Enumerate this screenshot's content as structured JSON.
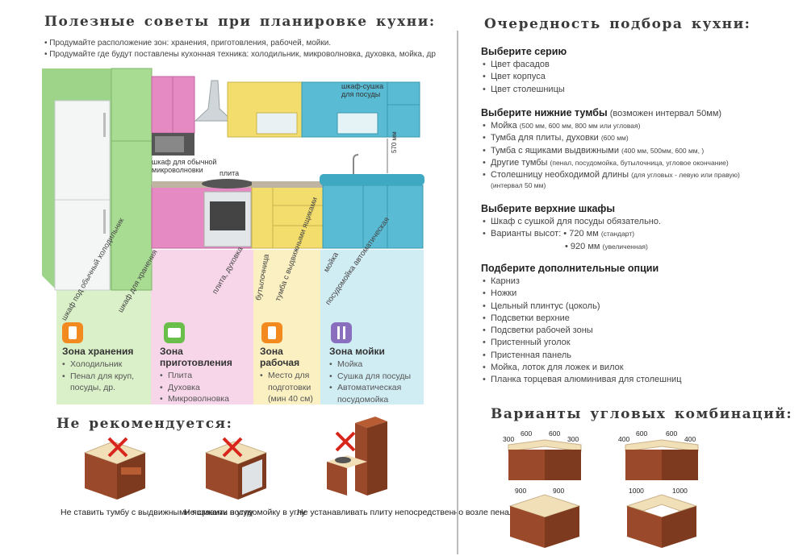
{
  "left": {
    "title": "Полезные советы при планировке кухни:",
    "tips": [
      "Продумайте расположение зон: хранения, приготовления, рабочей, мойки.",
      "Продумайте где будут поставлены кухонная техника: холодильник, микроволновка, духовка, мойка, др"
    ],
    "callouts": {
      "dish_rack": "шкаф-сушка для посуды",
      "microwave_cabinet": "шкаф для обычной микроволновки",
      "stove": "плита",
      "height": "570 мм"
    },
    "vertical_labels": [
      "шкаф под обычный холодильник",
      "шкаф для хранения",
      "плита, духовка",
      "бутылочница",
      "тумба с выдвижными ящиками",
      "мойка",
      "посудомойка автоматическая"
    ],
    "zones": [
      {
        "title": "Зона хранения",
        "items": [
          "Холодильник",
          "Пенал для круп, посуды, др."
        ]
      },
      {
        "title": "Зона приготовления",
        "items": [
          "Плита",
          "Духовка",
          "Микроволновка"
        ]
      },
      {
        "title": "Зона рабочая",
        "items": [
          "Место для подготовки (мин 40 см)"
        ]
      },
      {
        "title": "Зона мойки",
        "items": [
          "Мойка",
          "Сушка для посуды",
          "Автоматическая посудомойка"
        ]
      }
    ],
    "not_recommended": {
      "title": "Не рекомендуется:",
      "captions": [
        "Не ставить тумбу с выдвижными ящиками в углу",
        "Не ставить посудомойку в углу",
        "Не устанавливать плиту непосредственно возле пенала"
      ]
    }
  },
  "right": {
    "title": "Очередность подбора кухни:",
    "sections": [
      {
        "heading": "Выберите серию",
        "note": "",
        "items": [
          {
            "text": "Цвет фасадов",
            "small": ""
          },
          {
            "text": "Цвет корпуса",
            "small": ""
          },
          {
            "text": "Цвет столешницы",
            "small": ""
          }
        ]
      },
      {
        "heading": "Выберите нижние тумбы",
        "note": " (возможен интервал 50мм)",
        "items": [
          {
            "text": "Мойка ",
            "small": "(500 мм, 600 мм, 800 мм или угловая)"
          },
          {
            "text": "Тумба для плиты, духовки ",
            "small": "(600 мм)"
          },
          {
            "text": "Тумба с ящиками выдвижными ",
            "small": "(400 мм, 500мм, 600 мм, )"
          },
          {
            "text": "Другие тумбы ",
            "small": "(пенал, посудомойка, бутылочница, угловое окончание)"
          },
          {
            "text": "Столешницу необходимой длины ",
            "small": "(для угловых - левую или правую)"
          }
        ],
        "extra": "(интервал 50 мм)"
      },
      {
        "heading": "Выберите верхние шкафы",
        "note": "",
        "items": [
          {
            "text": "Шкаф с сушкой для посуды обязательно.",
            "small": ""
          },
          {
            "text": "Варианты высот:  • 720 мм ",
            "small": "(стандарт)"
          }
        ],
        "extra2": "• 920 мм ",
        "extra2_small": "(увеличенная)"
      },
      {
        "heading": "Подберите дополнительные опции",
        "note": "",
        "items": [
          {
            "text": "Карниз",
            "small": ""
          },
          {
            "text": "Ножки",
            "small": ""
          },
          {
            "text": "Цельный плинтус (цоколь)",
            "small": ""
          },
          {
            "text": "Подсветки верхние",
            "small": ""
          },
          {
            "text": "Подсветки рабочей зоны",
            "small": ""
          },
          {
            "text": "Пристенный уголок",
            "small": ""
          },
          {
            "text": "Пристенная панель",
            "small": ""
          },
          {
            "text": "Мойка, лоток для ложек и вилок",
            "small": ""
          },
          {
            "text": "Планка торцевая алюминивая для столешниц",
            "small": ""
          }
        ]
      }
    ],
    "corner_title": "Варианты угловых комбинаций:",
    "corner_dims": {
      "a": [
        "300",
        "600",
        "600",
        "300"
      ],
      "b": [
        "400",
        "600",
        "600",
        "400"
      ],
      "c": [
        "900",
        "900"
      ],
      "d": [
        "1000",
        "1000"
      ]
    }
  },
  "colors": {
    "green": "#a8d98a",
    "pink": "#e88fc6",
    "yellow": "#f2df73",
    "blue": "#5bbfd6",
    "wood": "#9a4a2a",
    "red_x": "#d9261c"
  }
}
